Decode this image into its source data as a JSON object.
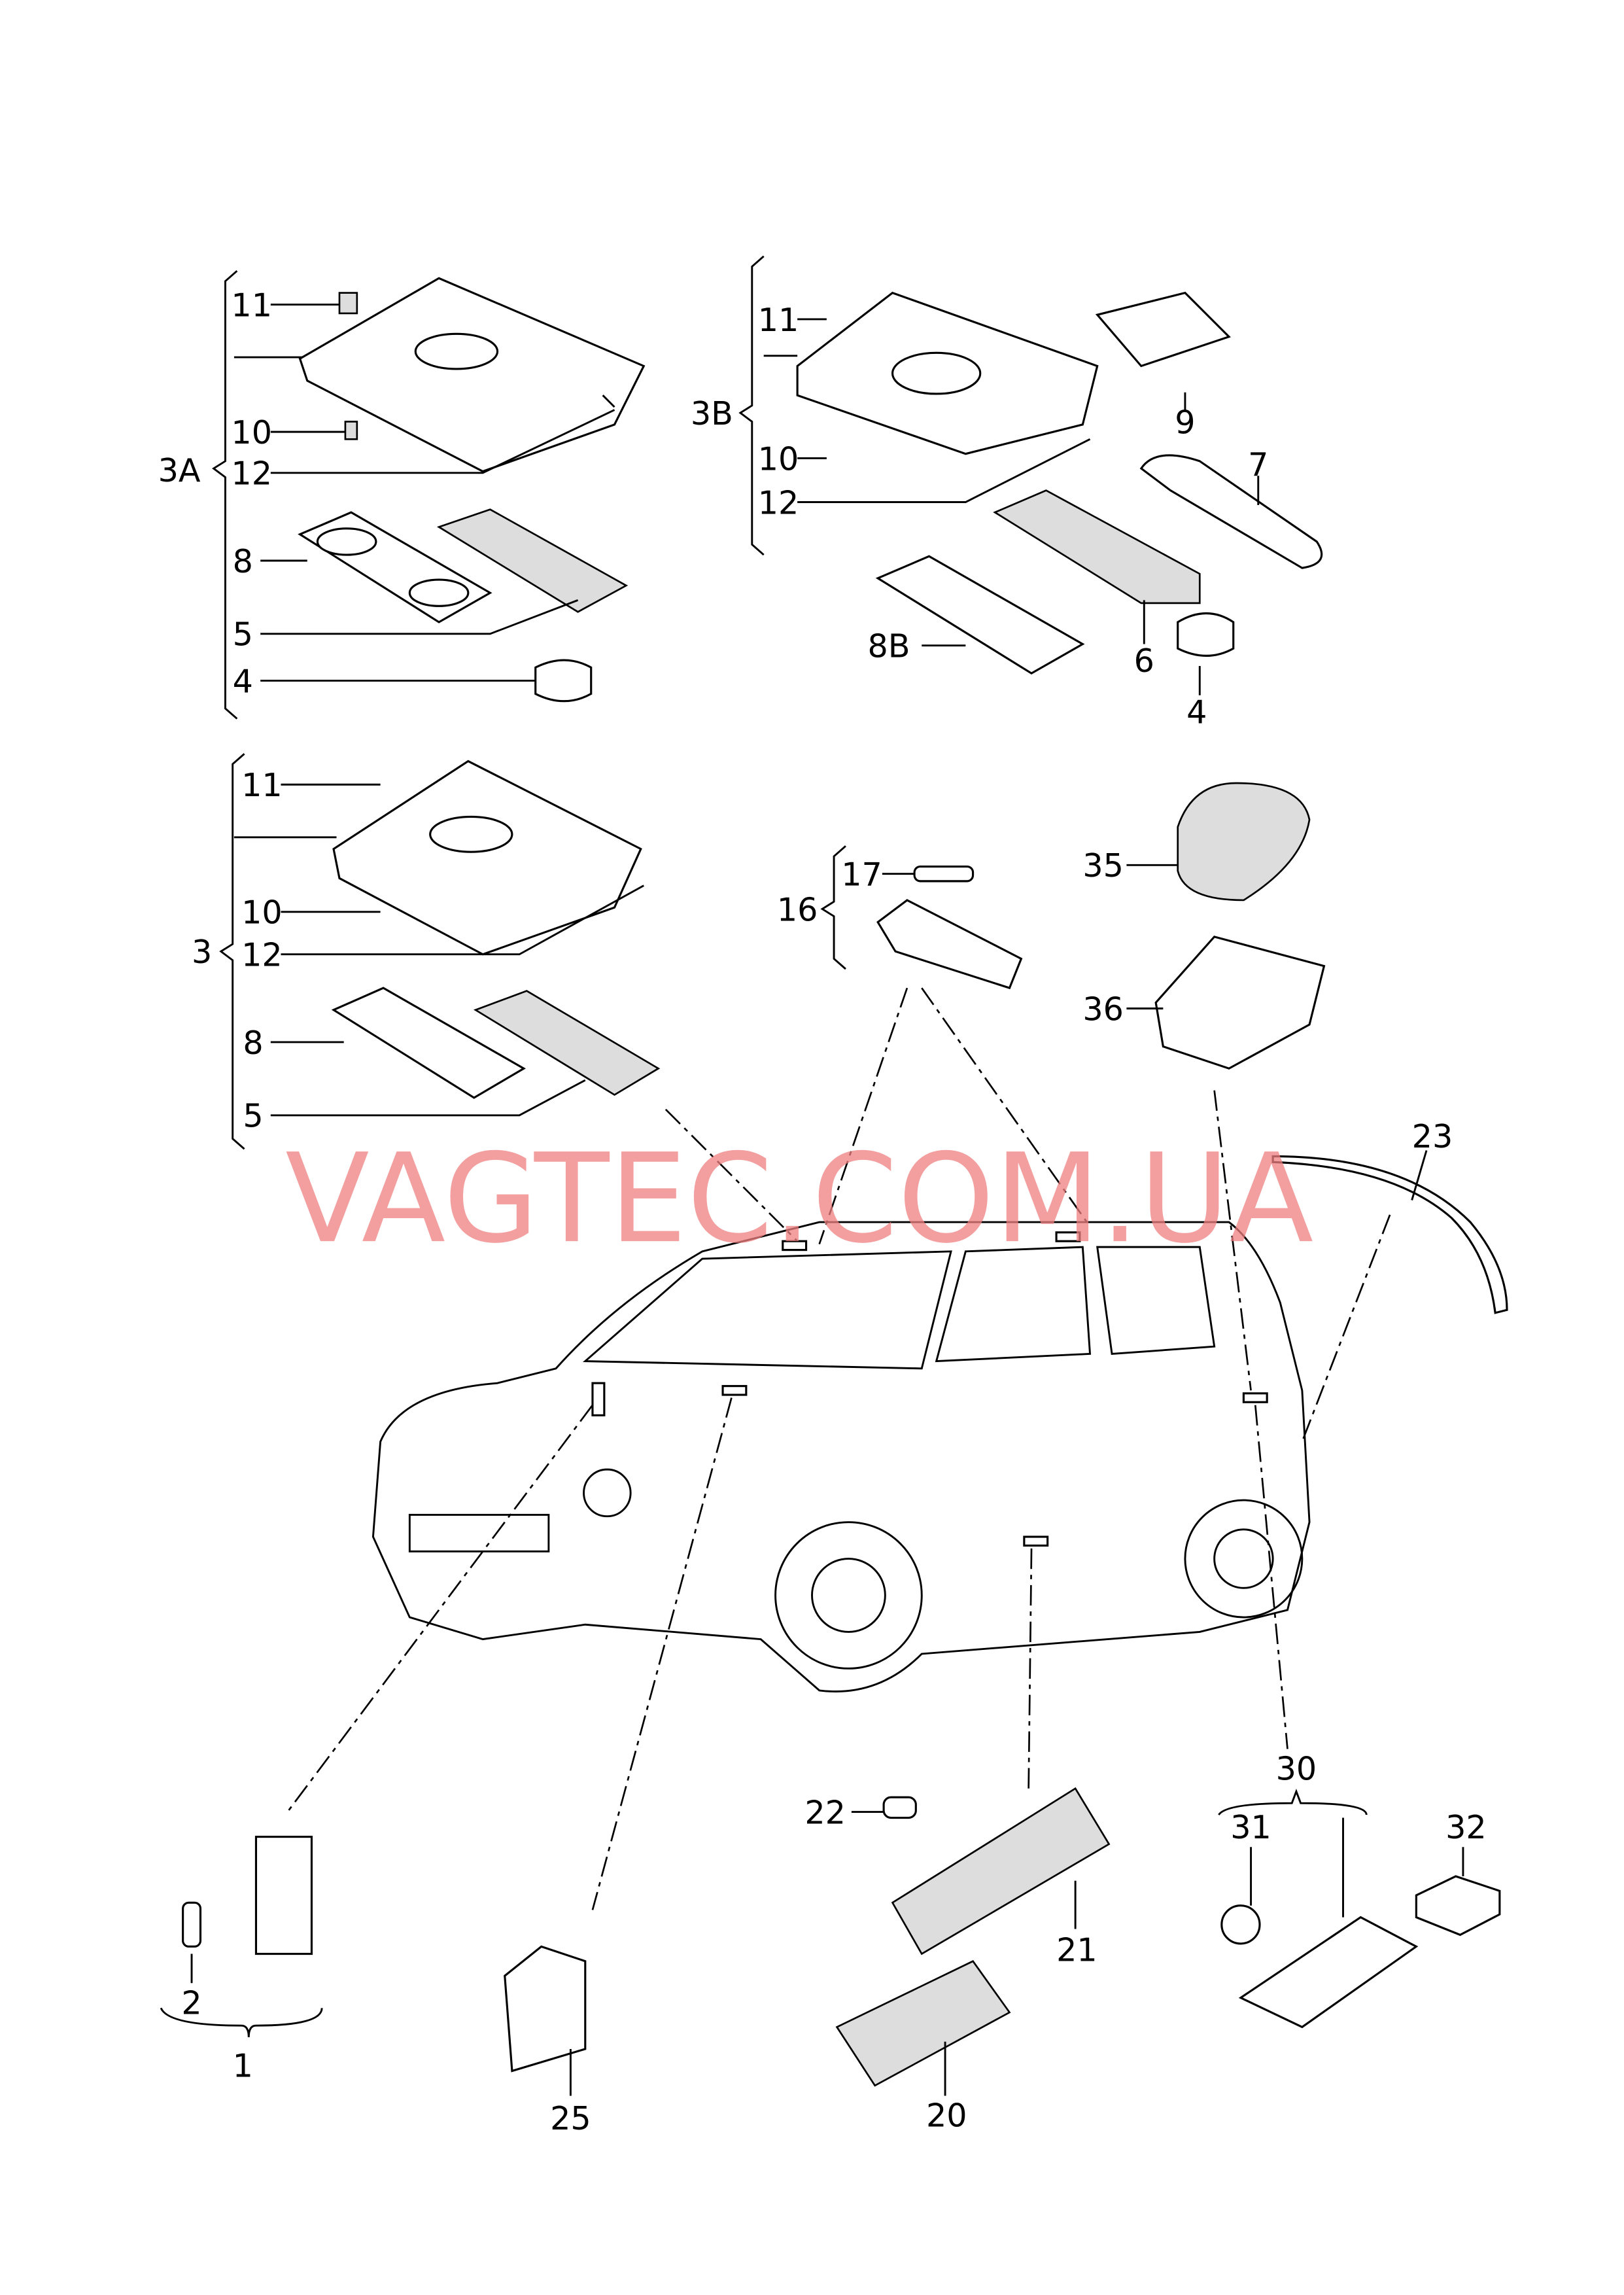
{
  "watermark": "VAGTEC.COM.UA",
  "colors": {
    "watermark": "#f08080",
    "line": "#000000"
  },
  "groups": {
    "g3A": {
      "group": "3A",
      "items": [
        "11",
        "10",
        "12",
        "8",
        "5",
        "4"
      ]
    },
    "g3B": {
      "group": "3B",
      "items": [
        "11",
        "10",
        "12",
        "9",
        "7",
        "8B",
        "6",
        "4"
      ]
    },
    "g3": {
      "group": "3",
      "items": [
        "11",
        "10",
        "12",
        "8",
        "5"
      ]
    },
    "g16": {
      "group": "16",
      "items": [
        "17"
      ]
    },
    "other": [
      "35",
      "36",
      "23",
      "2",
      "1",
      "25",
      "22",
      "21",
      "20",
      "30",
      "31",
      "32"
    ]
  }
}
